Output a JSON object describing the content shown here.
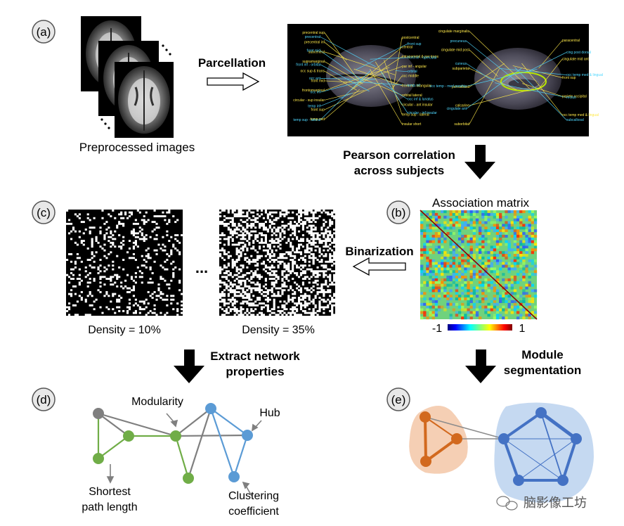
{
  "panels": {
    "a": "(a)",
    "b": "(b)",
    "c": "(c)",
    "d": "(d)",
    "e": "(e)"
  },
  "step_labels": {
    "preprocessed_images": "Preprocessed images",
    "parcellation": "Parcellation",
    "pearson_line1": "Pearson correlation",
    "pearson_line2": "across subjects",
    "association_matrix": "Association matrix",
    "binarization": "Binarization",
    "extract_line1": "Extract network",
    "extract_line2": "properties",
    "module_line1": "Module",
    "module_line2": "segmentation",
    "ellipsis": "..."
  },
  "colorbar": {
    "min": "-1",
    "max": "1"
  },
  "density": {
    "low": "Density = 10%",
    "high": "Density = 35%"
  },
  "metrics": {
    "modularity": "Modularity",
    "hub": "Hub",
    "shortest_line1": "Shortest",
    "shortest_line2": "path length",
    "clustering_line1": "Clustering",
    "clustering_line2": "coefficient"
  },
  "watermark": "脑影像工坊",
  "brain_labels_lateral_yellow": [
    "precentral sup",
    "postcentral",
    "precentral inf",
    "central",
    "subcentral",
    "intraparietal & par trans",
    "supramarginal",
    "par inf - angular",
    "occ sup & trans",
    "occ middle",
    "front mid",
    "front inf - triangular",
    "frontomarginal",
    "orbital lateral",
    "circular - sup insular",
    "circular - ant insular",
    "front sup",
    "temp sup - lateral",
    "temp mid",
    "insular short"
  ],
  "brain_labels_lateral_cyan": [
    "precentral",
    "front sup",
    "front mid",
    "front inf - opercular",
    "front inf - orbital",
    "orbital",
    "occ ant",
    "temp inf",
    "occ inf",
    "occ inf & lunatus",
    "temp inf",
    "circular - inf insular",
    "temp sup - lateral"
  ],
  "brain_labels_medial_yellow": [
    "cingulate marginalis",
    "paracentral",
    "cingulate mid post",
    "cingulate mid ant",
    "subparietal",
    "front sup",
    "pericallosal",
    "parieto occipital",
    "calcarine",
    "occ temp med & lingual",
    "suborbital"
  ],
  "brain_labels_medial_cyan": [
    "precuneus",
    "cing post dorsal",
    "cuneus",
    "occ temp med & lingual",
    "occ temp - med parahip",
    "rectus",
    "cingulate ant",
    "subcallosal"
  ],
  "colors": {
    "gray_node": "#7f7f7f",
    "green": "#70ad47",
    "blue": "#5b9bd5",
    "orange": "#d2691e",
    "orange_bg": "#f5cfb4",
    "blue_bg": "#c5d9f1",
    "module_blue": "#4472c4"
  }
}
